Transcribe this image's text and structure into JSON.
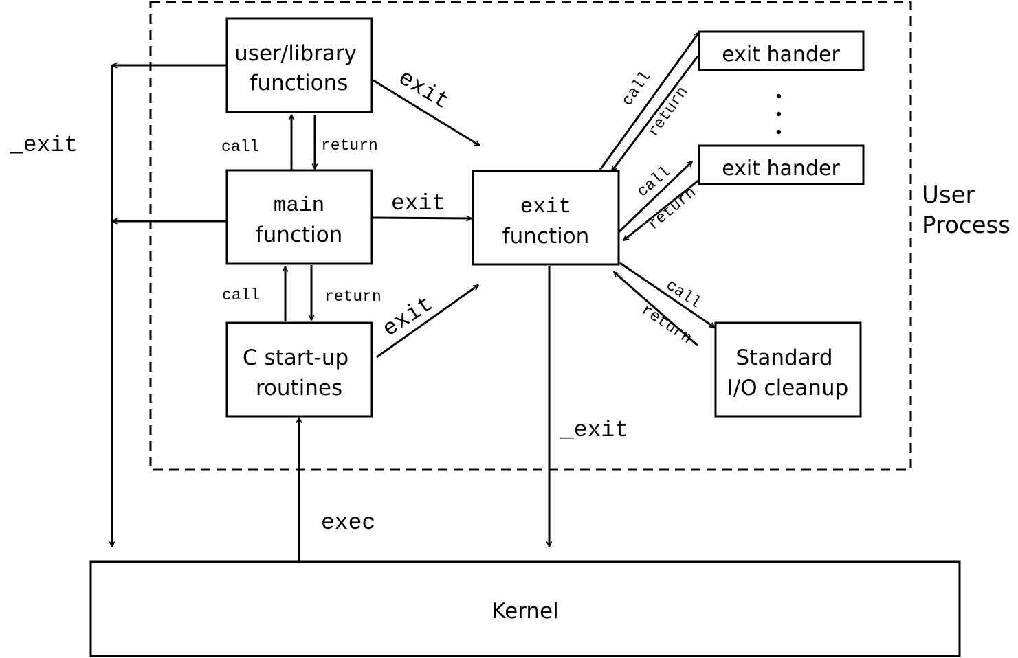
{
  "boxes": {
    "user_library": [
      "user/library",
      "functions"
    ],
    "main": [
      "main",
      "function"
    ],
    "startup": [
      "C start-up",
      "routines"
    ],
    "exit_function": [
      "exit",
      "function"
    ],
    "exit_handler_1": "exit hander",
    "exit_handler_2": "exit hander",
    "stdio_cleanup": [
      "Standard",
      "I/O cleanup"
    ],
    "kernel": "Kernel"
  },
  "region": {
    "label": [
      "User",
      "Process"
    ]
  },
  "edges": {
    "user_lib_exit": "exit",
    "main_exit": "exit",
    "startup_exit": "exit",
    "call_main_to_lib": "call",
    "return_lib_to_main": "return",
    "call_startup_to_main": "call",
    "return_main_to_startup": "return",
    "call_handler_1": "call",
    "return_handler_1": "return",
    "call_handler_2": "call",
    "return_handler_2": "return",
    "call_stdio": "call",
    "return_stdio": "return",
    "underscore_exit_left": "_exit",
    "underscore_exit_center": "_exit",
    "exec": "exec"
  },
  "ellipsis": "⋮"
}
